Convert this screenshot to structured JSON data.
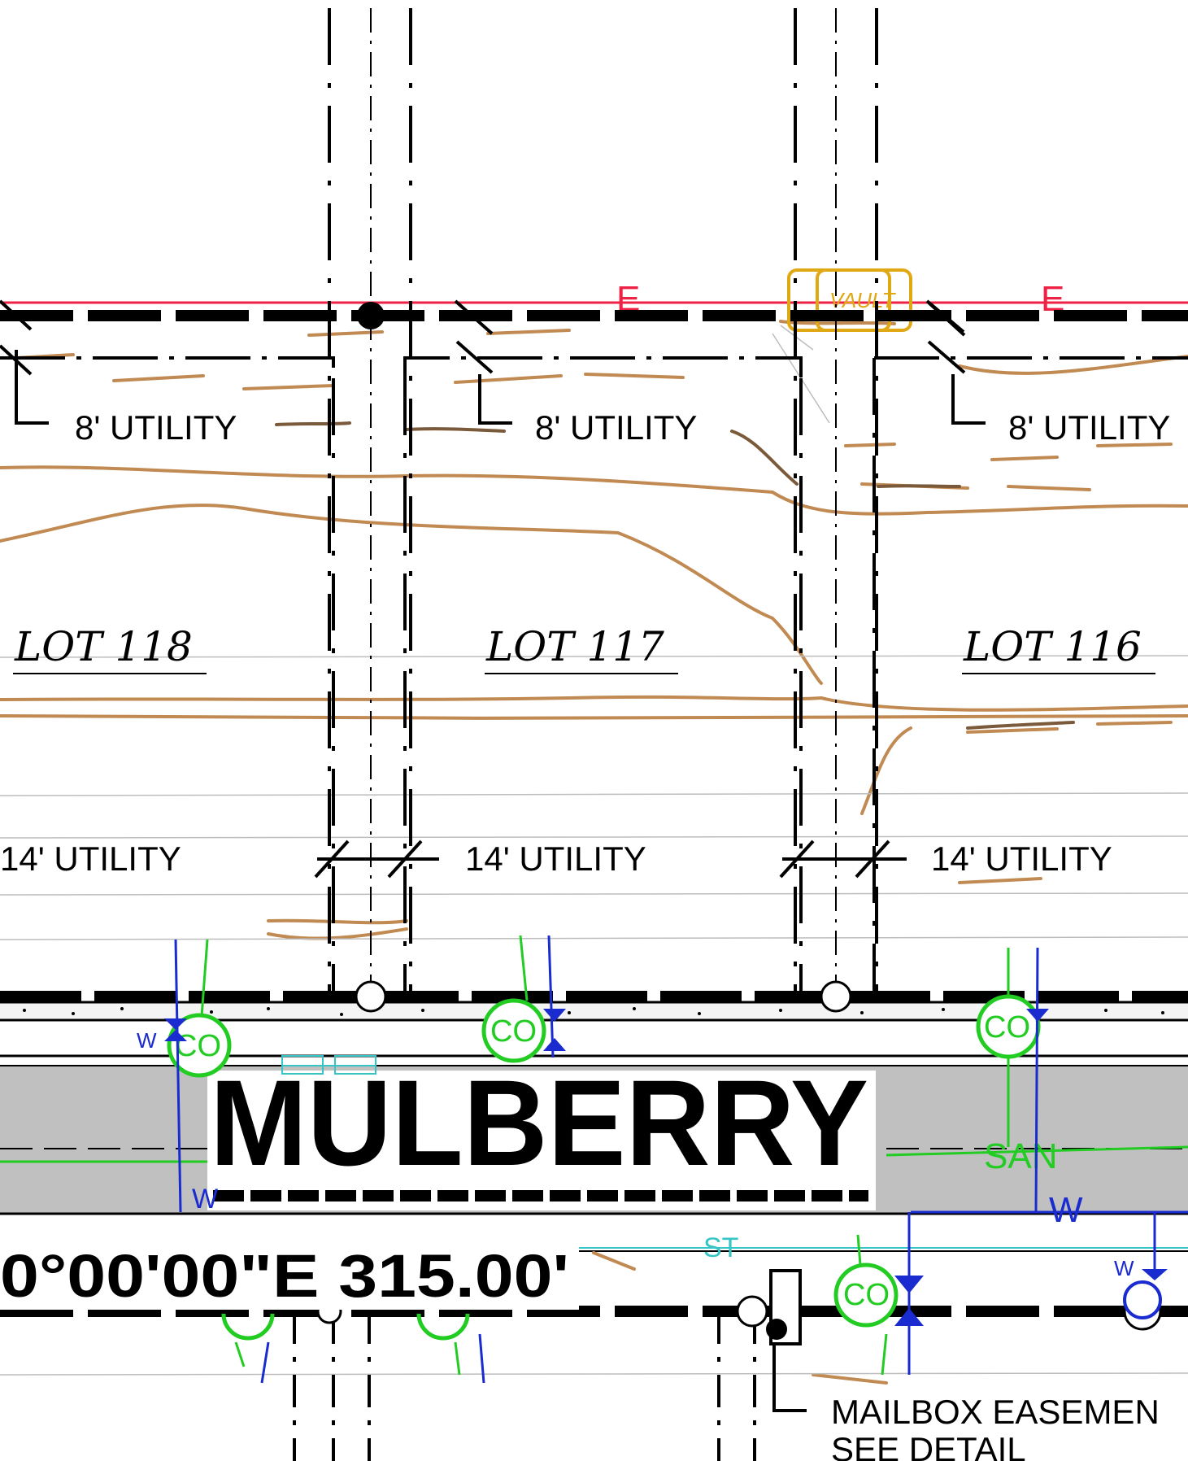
{
  "plan": {
    "lots": [
      {
        "label": "LOT 118"
      },
      {
        "label": "LOT 117"
      },
      {
        "label": "LOT 116"
      }
    ],
    "easements": {
      "rear": "8' UTILITY",
      "front": "14' UTILITY"
    },
    "street_name": "MULBERRY",
    "bearing_text": "0°00'00\"E 315.00'",
    "mailbox": {
      "line1": "MAILBOX EASEMEN",
      "line2": "SEE DETAIL"
    },
    "utility_tags": {
      "electric": "E",
      "vault": "VAULT",
      "cleanout": "CO",
      "water": "W",
      "sanitary": "SAN",
      "storm": "ST"
    },
    "colors": {
      "linework": "#000000",
      "electric": "#ee2244",
      "contour": "#c08a52",
      "contour_dark": "#7a5a3a",
      "sanitary": "#22cc22",
      "water": "#1a2bd0",
      "vault": "#e0a812",
      "street_fill": "#c0c0c0",
      "storm": "#36c4c4"
    }
  }
}
